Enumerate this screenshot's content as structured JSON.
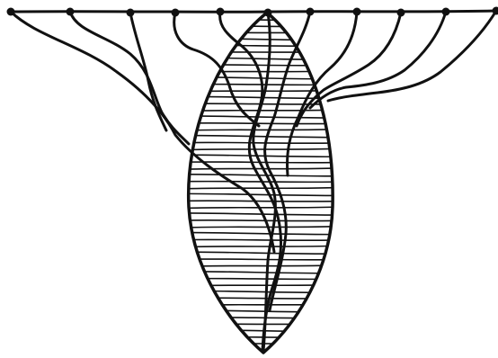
{
  "diagram": {
    "style": "hand-drawn ink sketch",
    "ink_color": "#111111",
    "background_color": "#ffffff",
    "top_line_node_count": 11,
    "branch_count": 11,
    "shape": "lens/leaf outline with horizontal hatching"
  }
}
